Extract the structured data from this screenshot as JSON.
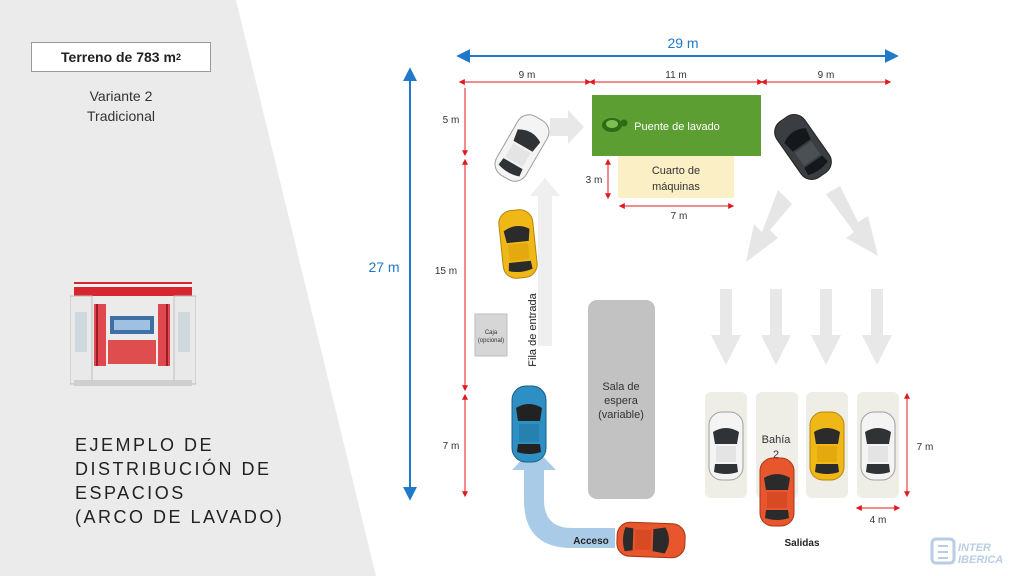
{
  "header": {
    "terrain_prefix": "Terreno de 783 m",
    "terrain_sup": "2",
    "variant_line1": "Variante 2",
    "variant_line2": "Tradicional"
  },
  "heading_lines": [
    "EJEMPLO DE",
    "DISTRIBUCIÓN DE",
    "ESPACIOS",
    "(ARCO DE LAVADO)"
  ],
  "dimensions": {
    "total_width": "29 m",
    "total_height": "27 m",
    "seg_left": "9 m",
    "seg_center": "11 m",
    "seg_right": "9 m",
    "height_top": "5 m",
    "height_mid": "15 m",
    "height_bottom": "7 m",
    "machine_height": "3 m",
    "machine_width": "7 m",
    "bay_height": "7 m",
    "bay_width": "4 m"
  },
  "labels": {
    "wash_bridge": "Puente de lavado",
    "machine_room_1": "Cuarto de",
    "machine_room_2": "máquinas",
    "queue": "Fila de entrada",
    "cashier_1": "Caja",
    "cashier_2": "(opcional)",
    "waiting_1": "Sala de",
    "waiting_2": "espera",
    "waiting_3": "(variable)",
    "bay_1": "Bahía",
    "bay_2": "2",
    "access": "Acceso",
    "exits": "Salidas"
  },
  "logo": {
    "line1": "INTER",
    "line2": "IBERICA"
  },
  "colors": {
    "blue_dim": "#1f78c8",
    "red_dim": "#e0191e",
    "wash_green": "#5c9e31",
    "machine_cream": "#fbefc6",
    "panel_gray": "#ebebeb",
    "waiting_gray": "#c2c2c2",
    "access_blue": "#a9cbe8"
  }
}
